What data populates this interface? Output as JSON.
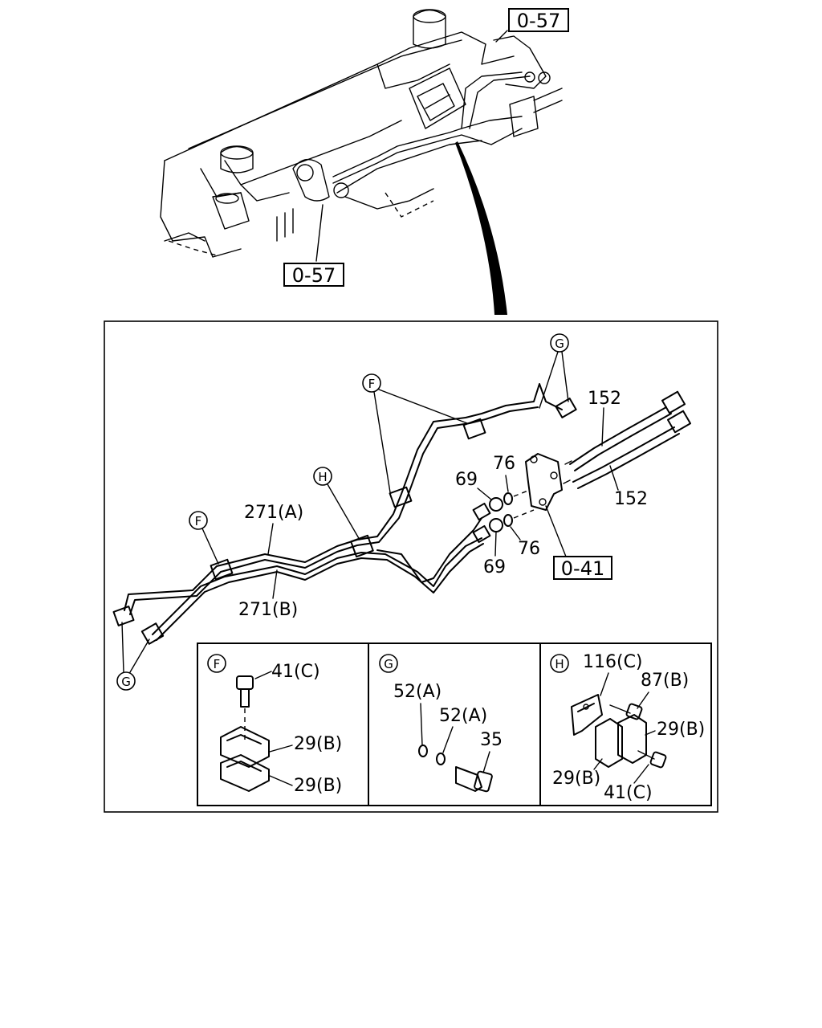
{
  "references": {
    "top_right": "0-57",
    "top_left": "0-57",
    "bracket": "0-41"
  },
  "callouts": {
    "part_271a": "271(A)",
    "part_271b": "271(B)",
    "part_152_upper": "152",
    "part_152_lower": "152",
    "part_69_upper": "69",
    "part_69_lower": "69",
    "part_76_upper": "76",
    "part_76_lower": "76"
  },
  "markers": {
    "f_left": "F",
    "f_top": "F",
    "h_main": "H",
    "g_top": "G",
    "g_bottom": "G"
  },
  "detail_f": {
    "marker": "F",
    "bolt": "41(C)",
    "clamp_upper": "29(B)",
    "clamp_lower": "29(B)"
  },
  "detail_g": {
    "marker": "G",
    "washer_1": "52(A)",
    "washer_2": "52(A)",
    "bolt": "35"
  },
  "detail_h": {
    "marker": "H",
    "bracket": "116(C)",
    "bolt_top": "87(B)",
    "clamp_right": "29(B)",
    "clamp_left": "29(B)",
    "bolt_bottom": "41(C)"
  }
}
